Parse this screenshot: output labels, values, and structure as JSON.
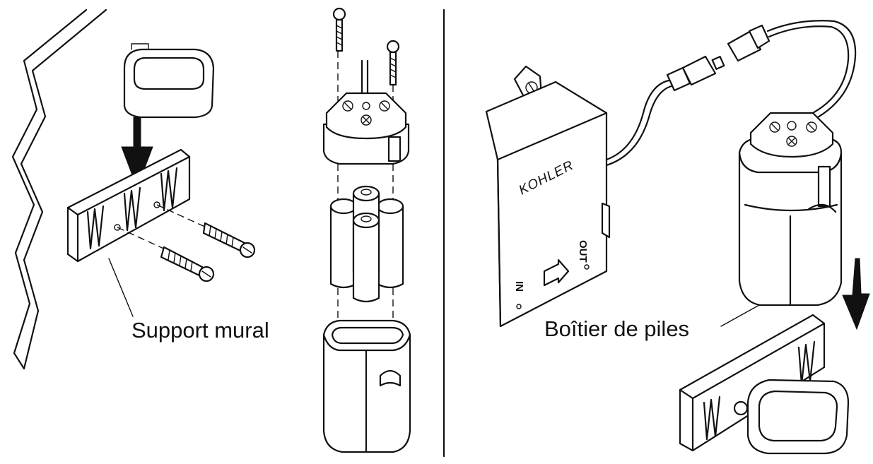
{
  "labels": {
    "wall_bracket": "Support mural",
    "battery_box": "Boîtier de piles",
    "brand": "KOHLER",
    "port_out": "OUT",
    "port_in": "IN"
  }
}
